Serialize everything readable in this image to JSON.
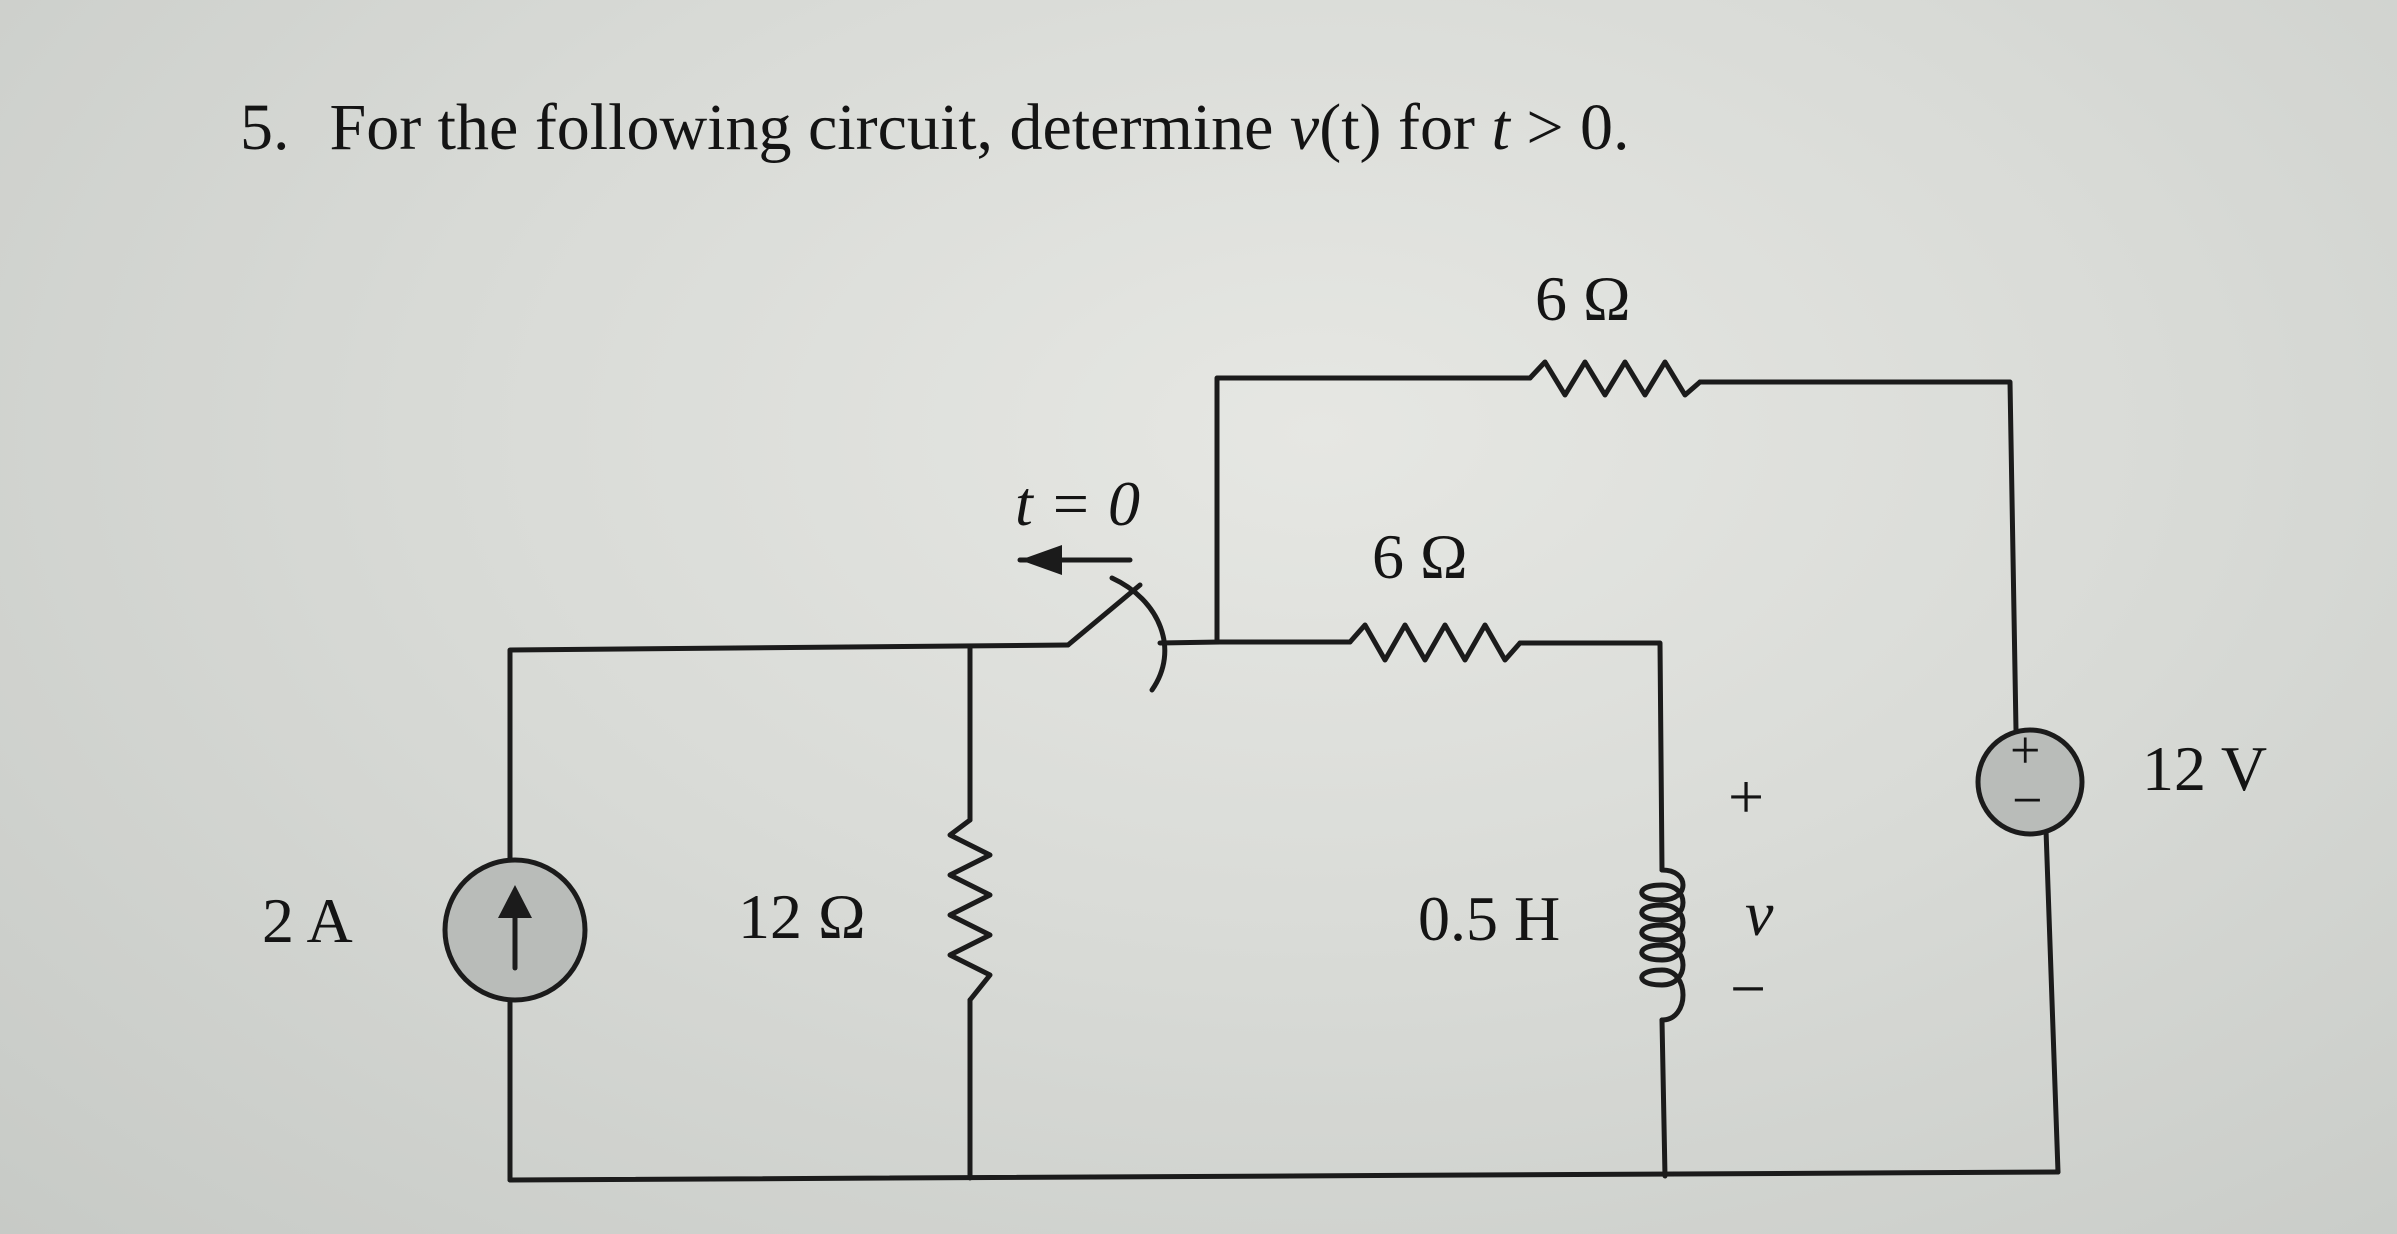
{
  "question": {
    "number": "5.",
    "text_before": "For the following circuit, determine ",
    "v_var": "v",
    "v_arg": "(t)",
    "text_mid": " for ",
    "t_var": "t",
    "text_after": " > 0."
  },
  "circuit": {
    "top_resistor": "6 Ω",
    "middle_resistor": "6 Ω",
    "switch_label": "t = 0",
    "current_source": "2 A",
    "shunt_resistor": "12 Ω",
    "inductor": "0.5 H",
    "voltage_source": "12 V",
    "v_label": "v",
    "plus_sign": "+",
    "minus_sign": "−",
    "source_plus": "+",
    "source_minus": "−"
  },
  "colors": {
    "ink": "#1b1b1b",
    "paper": "#e2e3df",
    "source_fill": "#b9bcb9"
  }
}
